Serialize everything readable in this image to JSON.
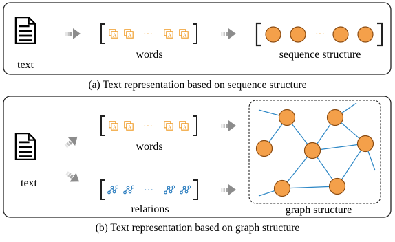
{
  "panel_a": {
    "input_label": "text",
    "words_label": "words",
    "structure_label": "sequence structure",
    "caption": "(a) Text representation based on sequence structure"
  },
  "panel_b": {
    "input_label": "text",
    "words_label": "words",
    "relations_label": "relations",
    "structure_label": "graph structure",
    "caption": "(b) Text representation based on graph structure"
  },
  "glyphs": {
    "ellipsis": "···",
    "word_token": "A"
  },
  "colors": {
    "node_fill": "#f4a04a",
    "node_stroke": "#8a4a10",
    "word_icon": "#f0a030",
    "relation_icon": "#2e7fc0",
    "edge": "#2b86c5",
    "arrow": "#8c8c8c",
    "bracket": "#222222"
  }
}
